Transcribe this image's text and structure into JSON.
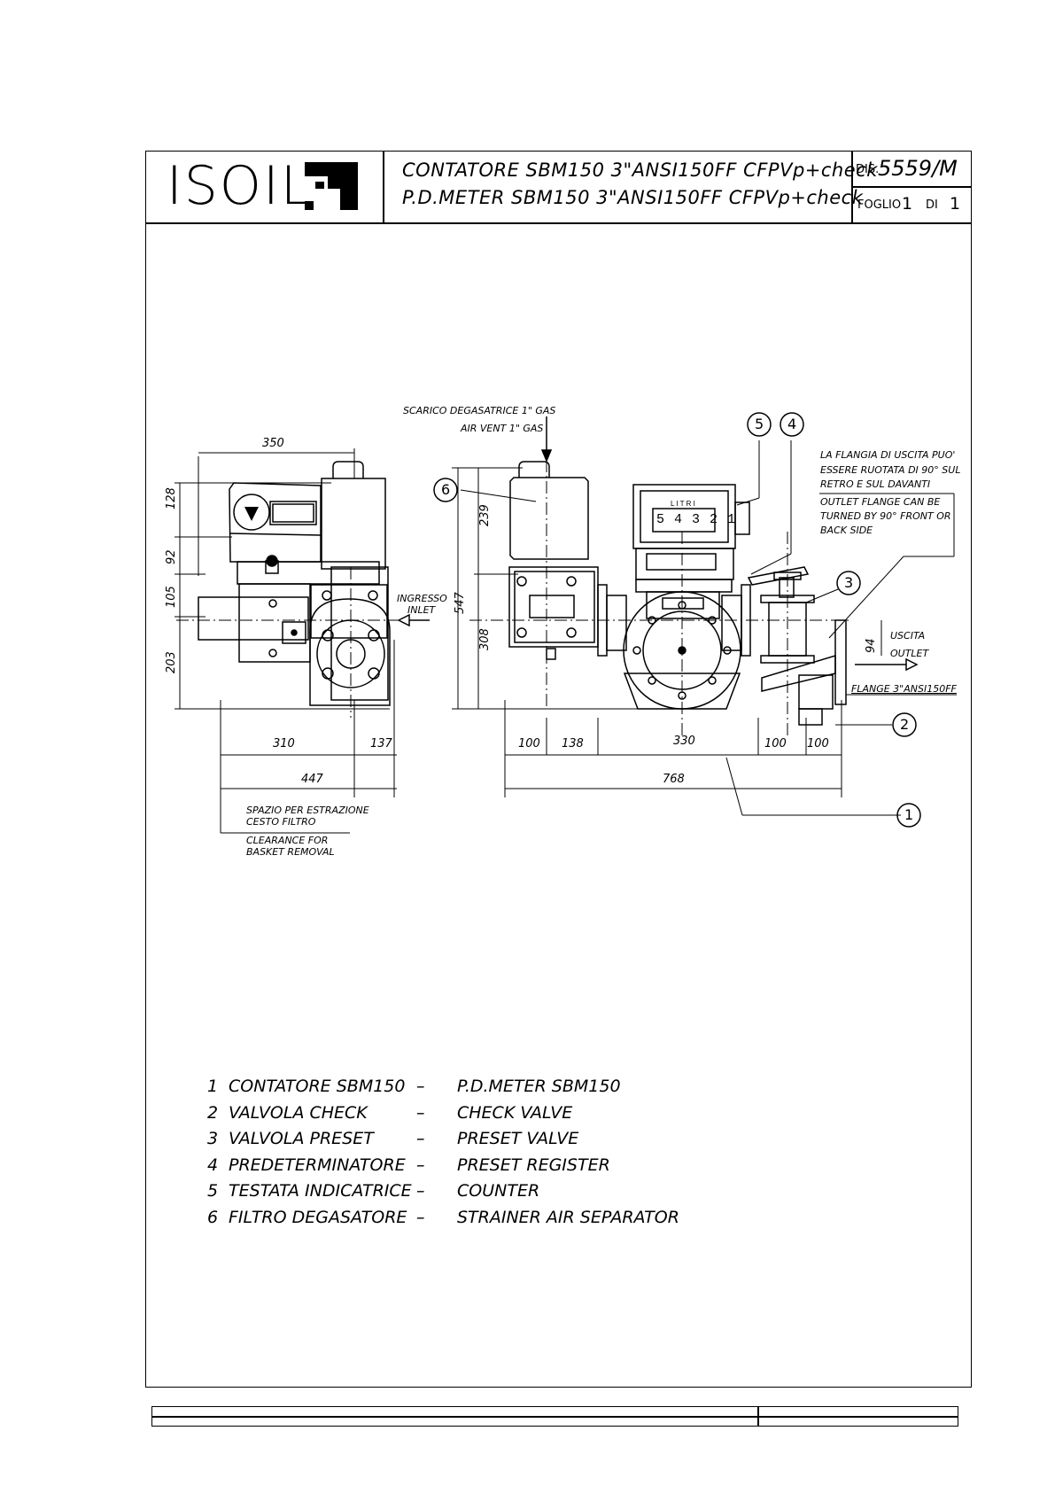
{
  "title_block": {
    "logo_text": "ISOIL",
    "title_it": "CONTATORE SBM150 3\"ANSI150FF CFPVp+check",
    "title_en": "P.D.METER SBM150 3\"ANSI150FF CFPVp+check",
    "dis_label": "DIS.",
    "dis_number": "5559/M",
    "foglio_label": "FOGLIO",
    "foglio_num": "1",
    "di_label": "DI",
    "di_num": "1"
  },
  "drawing": {
    "vent_it": "SCARICO DEGASATRICE 1\" GAS",
    "vent_en": "AIR VENT 1\" GAS",
    "inlet_it": "INGRESSO",
    "inlet_en": "INLET",
    "outlet_it": "USCITA",
    "outlet_en": "OUTLET",
    "flange": "FLANGE 3\"ANSI150FF",
    "note_it_1": "LA FLANGIA DI USCITA PUO'",
    "note_it_2": "ESSERE RUOTATA DI 90° SUL",
    "note_it_3": "RETRO E SUL DAVANTI",
    "note_en_1": "OUTLET FLANGE CAN BE",
    "note_en_2": "TURNED BY 90° FRONT OR",
    "note_en_3": "BACK SIDE",
    "clear_it_1": "SPAZIO PER ESTRAZIONE",
    "clear_it_2": "CESTO FILTRO",
    "clear_en_1": "CLEARANCE FOR",
    "clear_en_2": "BASKET REMOVAL",
    "counter_digits": "5 4 3 2 1",
    "counter_unit": "L I T R I",
    "dims": {
      "d350": "350",
      "d128": "128",
      "d92": "92",
      "d105": "105",
      "d203": "203",
      "d310": "310",
      "d137": "137",
      "d447": "447",
      "d239": "239",
      "d308": "308",
      "d547": "547",
      "d100a": "100",
      "d138": "138",
      "d330": "330",
      "d100b": "100",
      "d100c": "100",
      "d768": "768",
      "d94": "94"
    },
    "balloons": [
      "1",
      "2",
      "3",
      "4",
      "5",
      "6"
    ]
  },
  "legend": [
    {
      "n": "1",
      "it": "CONTATORE SBM150",
      "dash": "–",
      "en": "P.D.METER SBM150"
    },
    {
      "n": "2",
      "it": "VALVOLA CHECK",
      "dash": "–",
      "en": "CHECK VALVE"
    },
    {
      "n": "3",
      "it": "VALVOLA PRESET",
      "dash": "–",
      "en": "PRESET VALVE"
    },
    {
      "n": "4",
      "it": "PREDETERMINATORE",
      "dash": "–",
      "en": "PRESET REGISTER"
    },
    {
      "n": "5",
      "it": "TESTATA INDICATRICE",
      "dash": "–",
      "en": "COUNTER"
    },
    {
      "n": "6",
      "it": "FILTRO DEGASATORE",
      "dash": "–",
      "en": "STRAINER AIR SEPARATOR"
    }
  ]
}
